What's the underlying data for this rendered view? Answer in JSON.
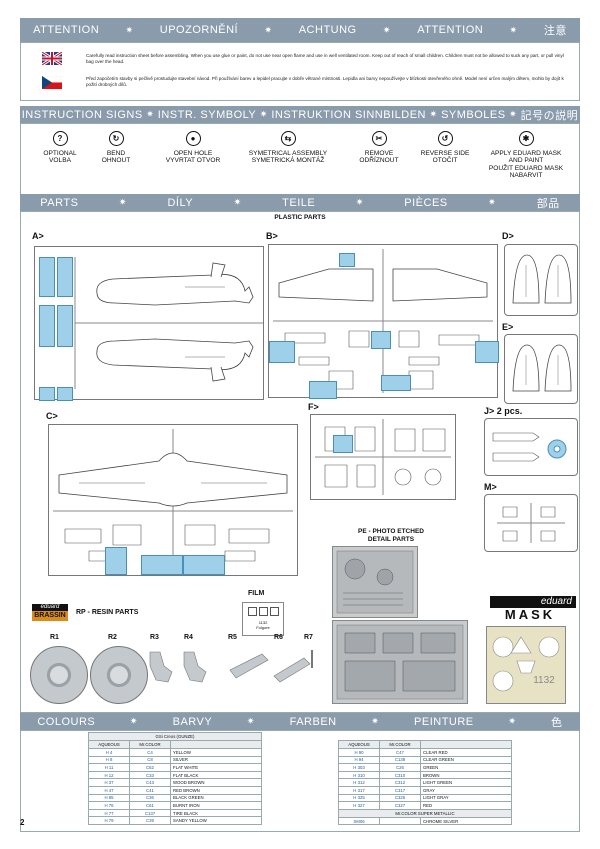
{
  "attention_bar": [
    "ATTENTION",
    "UPOZORNĚNÍ",
    "ACHTUNG",
    "ATTENTION",
    "注意"
  ],
  "attention": {
    "en": "Carefully read instruction sheet before assembling. When you use glue or paint, do not use near open flame and use in well ventilated room. Keep out of reach of small children. Children must not be allowed to suck any part, or pull vinyl bag over the head.",
    "cz": "Před započetím stavby si pečlivě prostudujte stavební návod. Při používání barev a lepidel pracujte v dobře větrané místnosti. Lepidla ani barvy nepoužívejte v blízkosti otevřeného ohně. Model není určen malým dětem, mohlo by dojít k požití drobných dílů."
  },
  "symbols_bar": [
    "INSTRUCTION SIGNS",
    "INSTR. SYMBOLY",
    "INSTRUKTION SINNBILDEN",
    "SYMBOLES",
    "記号の説明"
  ],
  "symbols": [
    {
      "icon": "question-icon",
      "glyph": "?",
      "label": "OPTIONAL\nVOLBA"
    },
    {
      "icon": "bend-icon",
      "glyph": "↻",
      "label": "BEND\nOHNOUT"
    },
    {
      "icon": "drill-icon",
      "glyph": "●",
      "label": "OPEN HOLE\nVYVRTAT OTVOR"
    },
    {
      "icon": "symmetric-icon",
      "glyph": "⇆",
      "label": "SYMETRICAL ASSEMBLY\nSYMETRICKÁ MONTÁŽ"
    },
    {
      "icon": "knife-icon",
      "glyph": "✂",
      "label": "REMOVE\nODŘÍZNOUT"
    },
    {
      "icon": "reverse-icon",
      "glyph": "↺",
      "label": "REVERSE SIDE\nOTOČIT"
    },
    {
      "icon": "mask-icon",
      "glyph": "✱",
      "label": "APPLY EDUARD MASK\nAND PAINT\nPOUŽIT EDUARD MASK\nNABARVIT"
    }
  ],
  "parts_bar": [
    "PARTS",
    "DÍLY",
    "TEILE",
    "PIÈCES",
    "部品"
  ],
  "plastic_parts_title": "PLASTIC PARTS",
  "sprues": {
    "a": "A>",
    "b": "B>",
    "c": "C>",
    "d": "D>",
    "e": "E>",
    "f": "F>",
    "j": "J>",
    "j_count": "2 pcs.",
    "m": "M>"
  },
  "pe": {
    "title": "PE - PHOTO ETCHED\nDETAIL PARTS"
  },
  "film": {
    "title": "FILM",
    "number": "1132",
    "name": "Folgore"
  },
  "resin": {
    "brand_top": "eduard",
    "brand_bottom": "BRASSIN",
    "title": "RP - RESIN PARTS",
    "labels": [
      "R1",
      "R2",
      "R3",
      "R4",
      "R5",
      "R6",
      "R7"
    ]
  },
  "mask": {
    "brand": "eduard",
    "word": "MASK",
    "number": "1132"
  },
  "colours_bar": [
    "COLOURS",
    "BARVY",
    "FARBEN",
    "PEINTURE",
    "色"
  ],
  "gsi_table": {
    "title": "GSi Creos (GUNZE)",
    "headers": [
      "AQUEOUS",
      "Mr.COLOR",
      ""
    ],
    "rows": [
      [
        "H 4",
        "C4",
        "YELLOW"
      ],
      [
        "H 8",
        "C8",
        "SILVER"
      ],
      [
        "H 11",
        "C62",
        "FLAT WHITE"
      ],
      [
        "H 12",
        "C33",
        "FLAT BLACK"
      ],
      [
        "H 37",
        "C43",
        "WOOD BROWN"
      ],
      [
        "H 47",
        "C41",
        "RED BROWN"
      ],
      [
        "H 85",
        "C36",
        "BLACK GREEN"
      ],
      [
        "H 76",
        "C61",
        "BURNT IRON"
      ],
      [
        "H 77",
        "C137",
        "TIRE BLACK"
      ],
      [
        "H 79",
        "C39",
        "SANDY YELLOW"
      ]
    ]
  },
  "right_table": {
    "headers": [
      "AQUEOUS",
      "Mr.COLOR",
      ""
    ],
    "rows": [
      [
        "H 90",
        "C47",
        "CLEAR RED"
      ],
      [
        "H 94",
        "C138",
        "CLEAR GREEN"
      ],
      [
        "H 303",
        "C26",
        "GREEN"
      ],
      [
        "H 310",
        "C310",
        "BROWN"
      ],
      [
        "H 312",
        "C312",
        "LIGHT GREEN"
      ],
      [
        "H 317",
        "C317",
        "GRAY"
      ],
      [
        "H 325",
        "C325",
        "LIGHT GRAY"
      ],
      [
        "H 327",
        "C327",
        "RED"
      ]
    ],
    "metallic_title": "Mr.COLOR SUPER METALLIC",
    "metallic_row": [
      "SM06",
      "CHROME SILVER"
    ]
  },
  "page_number": "2",
  "colors": {
    "band": "#8a9bab",
    "highlight": "#9ed0ea"
  }
}
